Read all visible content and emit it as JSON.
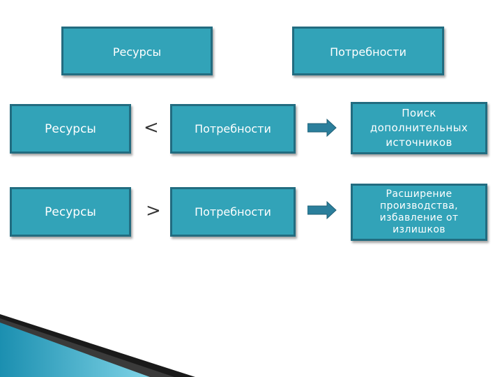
{
  "diagram": {
    "header": {
      "left_label": "Ресурсы",
      "right_label": "Потребности"
    },
    "rows": [
      {
        "resources": "Ресурсы",
        "operator": "<",
        "needs": "Потребности",
        "result": "Поиск\nдополнительных\nисточников"
      },
      {
        "resources": "Ресурсы",
        "operator": ">",
        "needs": "Потребности",
        "result": "Расширение\nпроизводства,\nизбавление от\nизлишков"
      }
    ]
  },
  "colors": {
    "box_fill": "#32a3b8",
    "box_border": "#226c80",
    "arrow_fill": "#2b7f9c",
    "decor_dark": "#1a1a1a",
    "decor_teal": "#2aa9c8"
  }
}
